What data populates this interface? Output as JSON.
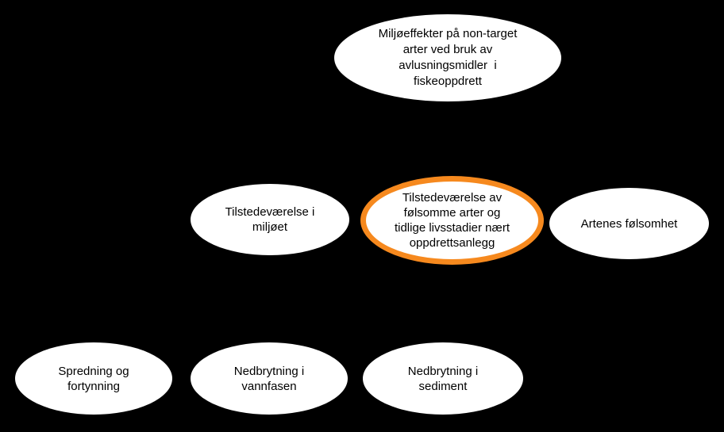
{
  "colors": {
    "background": "#000000",
    "node_fill": "#ffffff",
    "text": "#000000",
    "accent": "#f6891e"
  },
  "diagram": {
    "nodes": {
      "root": {
        "label": "Miljøeffekter på non-target\narter ved bruk av\navlusningsmidler  i\nfiskeoppdrett",
        "highlighted": false
      },
      "presence_env": {
        "label": "Tilstedeværelse i\nmiljøet",
        "highlighted": false
      },
      "presence_species": {
        "label": "Tilstedeværelse av\nfølsomme arter og\ntidlige livsstadier nært\noppdrettsanlegg",
        "highlighted": true
      },
      "species_sensitivity": {
        "label": "Artenes følsomhet",
        "highlighted": false
      },
      "spread": {
        "label": "Spredning og\nfortynning",
        "highlighted": false
      },
      "degradation_water": {
        "label": "Nedbrytning i\nvannfasen",
        "highlighted": false
      },
      "degradation_sediment": {
        "label": "Nedbrytning i\nsediment",
        "highlighted": false
      }
    }
  }
}
